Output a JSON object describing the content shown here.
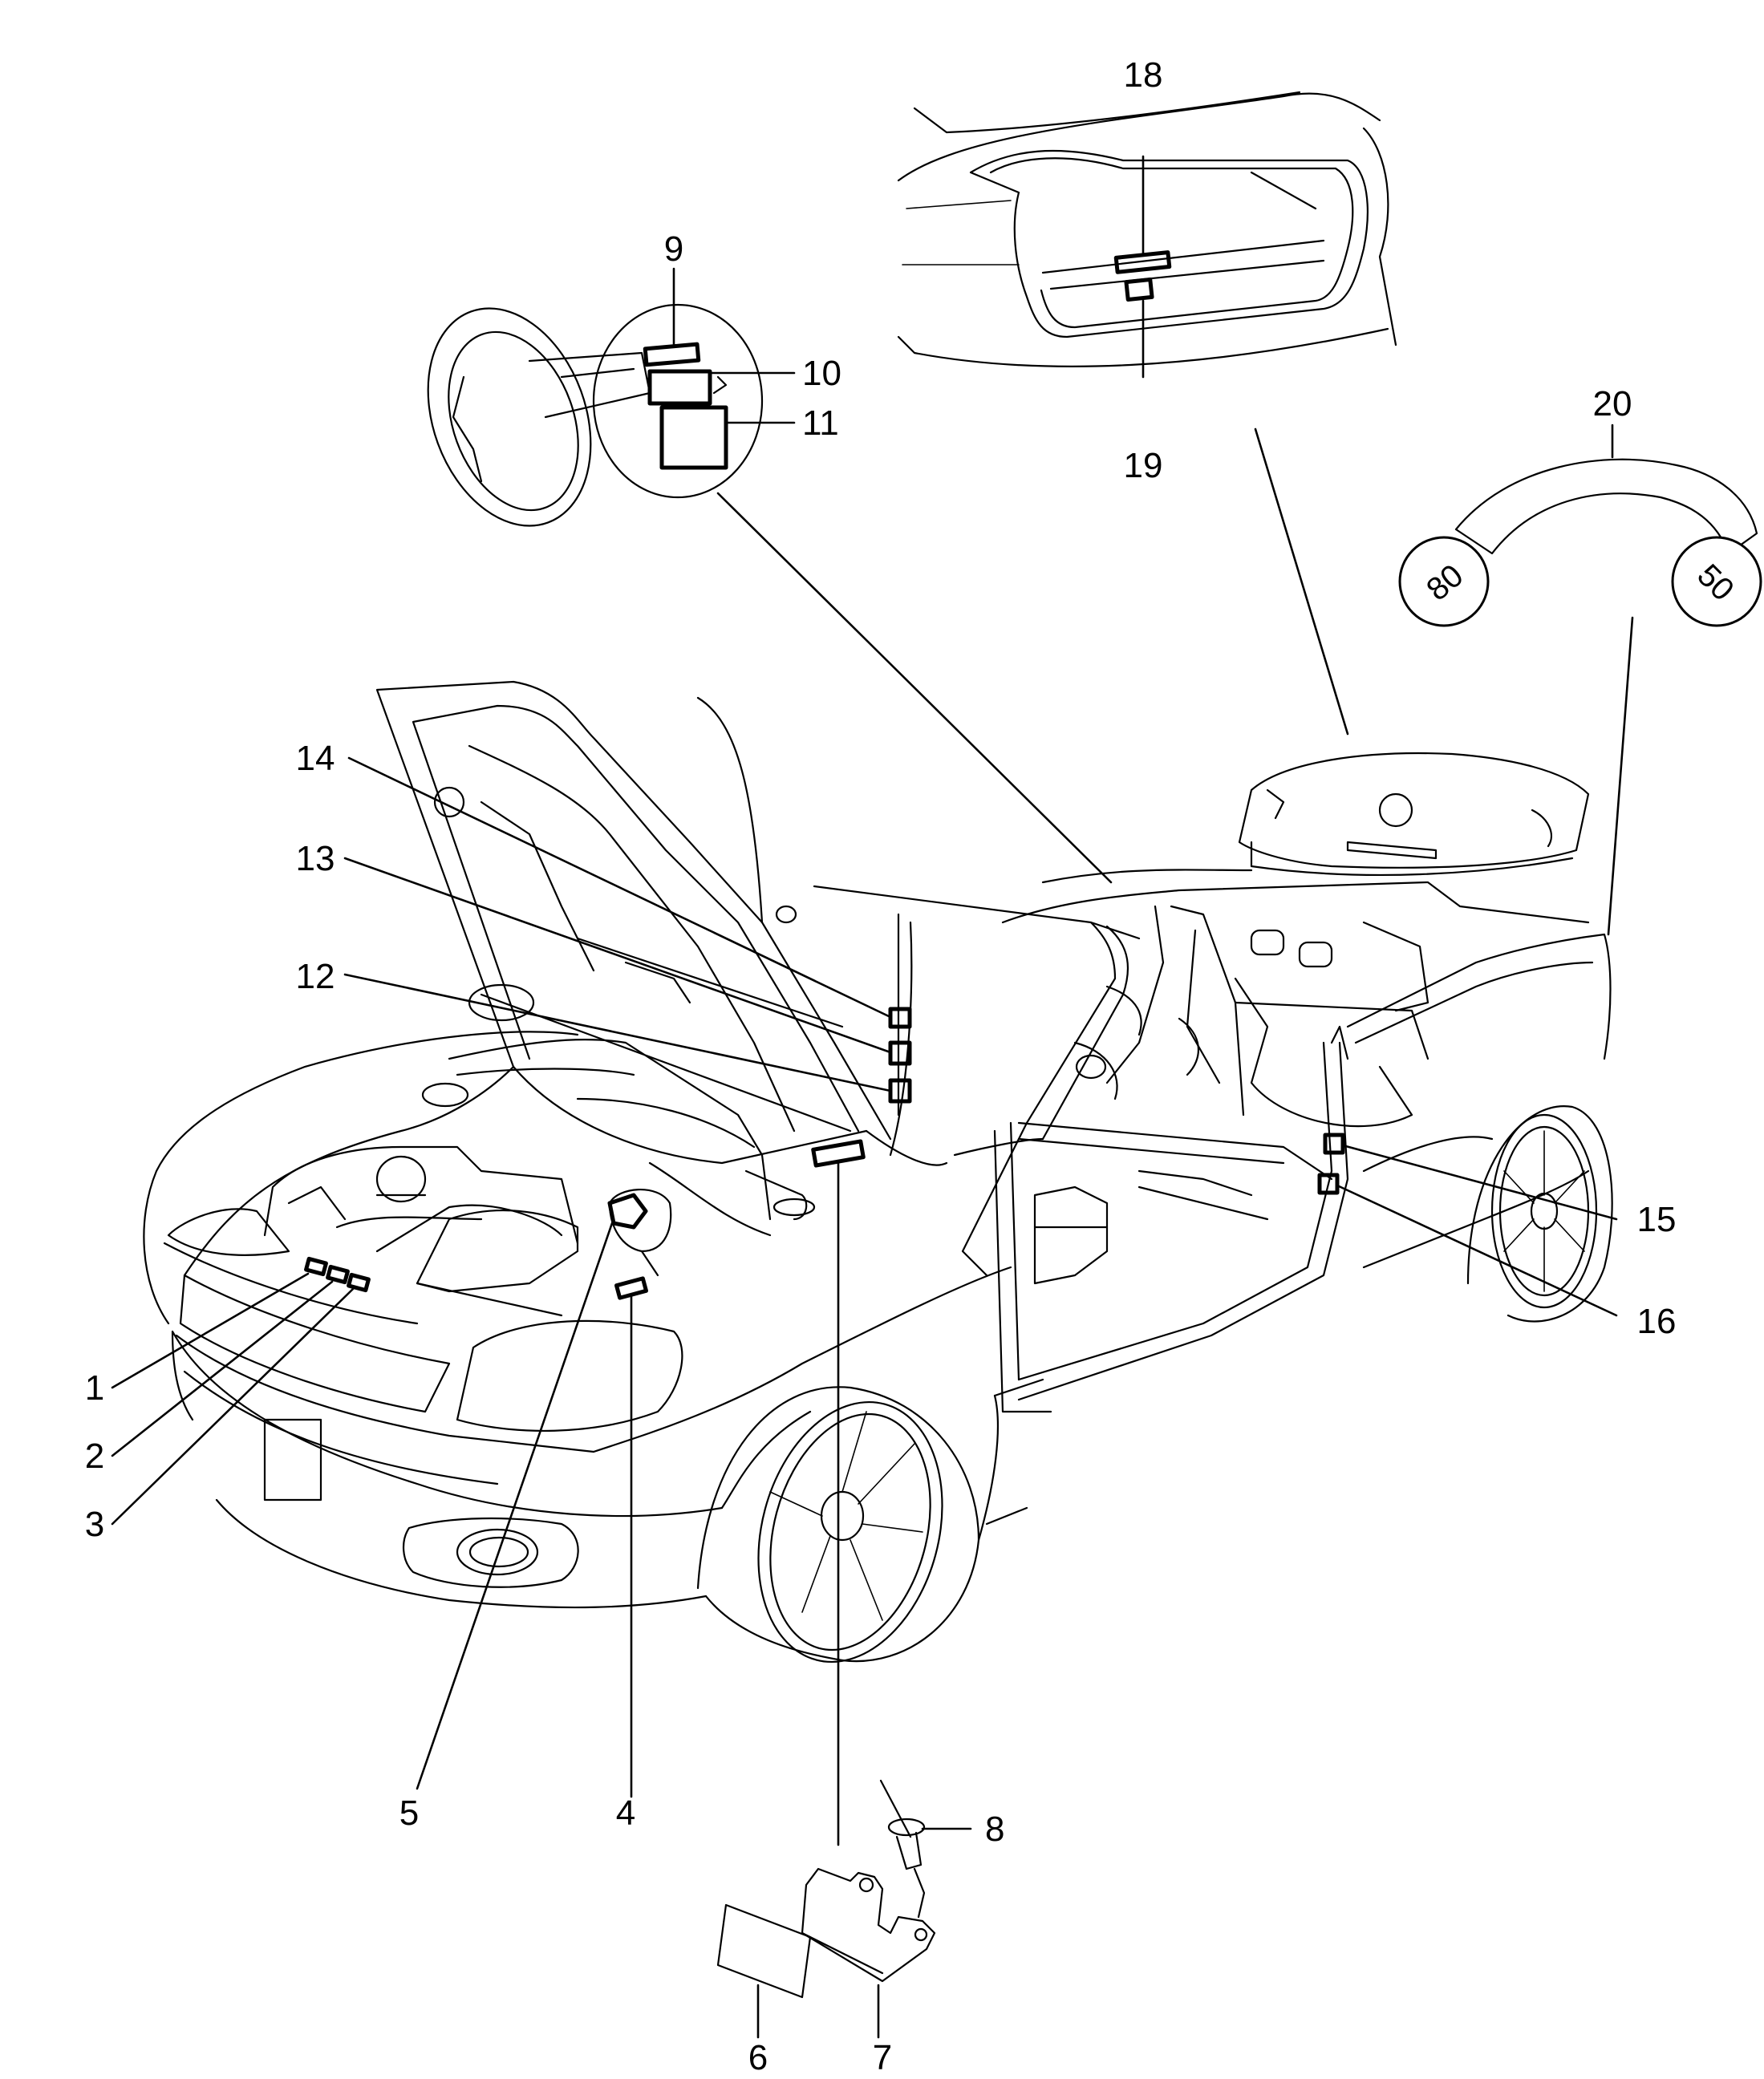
{
  "diagram": {
    "callouts": [
      "1",
      "2",
      "3",
      "4",
      "5",
      "6",
      "7",
      "8",
      "9",
      "10",
      "11",
      "12",
      "13",
      "14",
      "15",
      "16",
      "18",
      "19",
      "20"
    ],
    "speed_plates": [
      "80",
      "50"
    ],
    "colors": {
      "line": "#000000",
      "background": "#ffffff"
    }
  }
}
